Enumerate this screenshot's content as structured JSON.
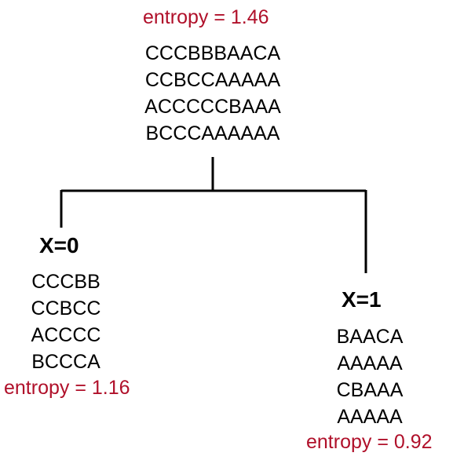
{
  "root": {
    "entropy_label": "entropy = 1.46",
    "sequences": [
      "CCCBBBAACA",
      "CCBCCAAAAA",
      "ACCCCCBAAA",
      "BCCCAAAAAA"
    ]
  },
  "left": {
    "branch_label": "X=0",
    "sequences": [
      "CCCBB",
      "CCBCC",
      "ACCCC",
      "BCCCA"
    ],
    "entropy_label": "entropy = 1.16"
  },
  "right": {
    "branch_label": "X=1",
    "sequences": [
      "BAACA",
      "AAAAA",
      "CBAAA",
      "AAAAA"
    ],
    "entropy_label": "entropy = 0.92"
  },
  "colors": {
    "entropy_text": "#b0102a",
    "sequence_text": "#000000",
    "tree_lines": "#000000"
  }
}
